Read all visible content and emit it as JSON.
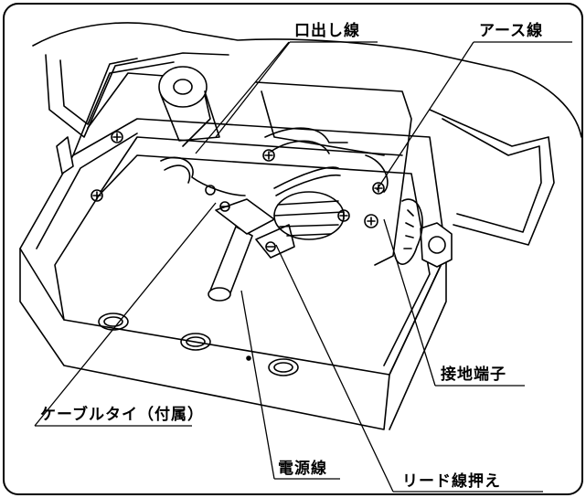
{
  "diagram": {
    "labels": {
      "outlet_wire": "口出し線",
      "earth_wire": "アース線",
      "ground_terminal": "接地端子",
      "cable_tie": "ケーブルタイ（付属）",
      "power_cable": "電源線",
      "lead_wire_clamp": "リード線押え"
    }
  }
}
